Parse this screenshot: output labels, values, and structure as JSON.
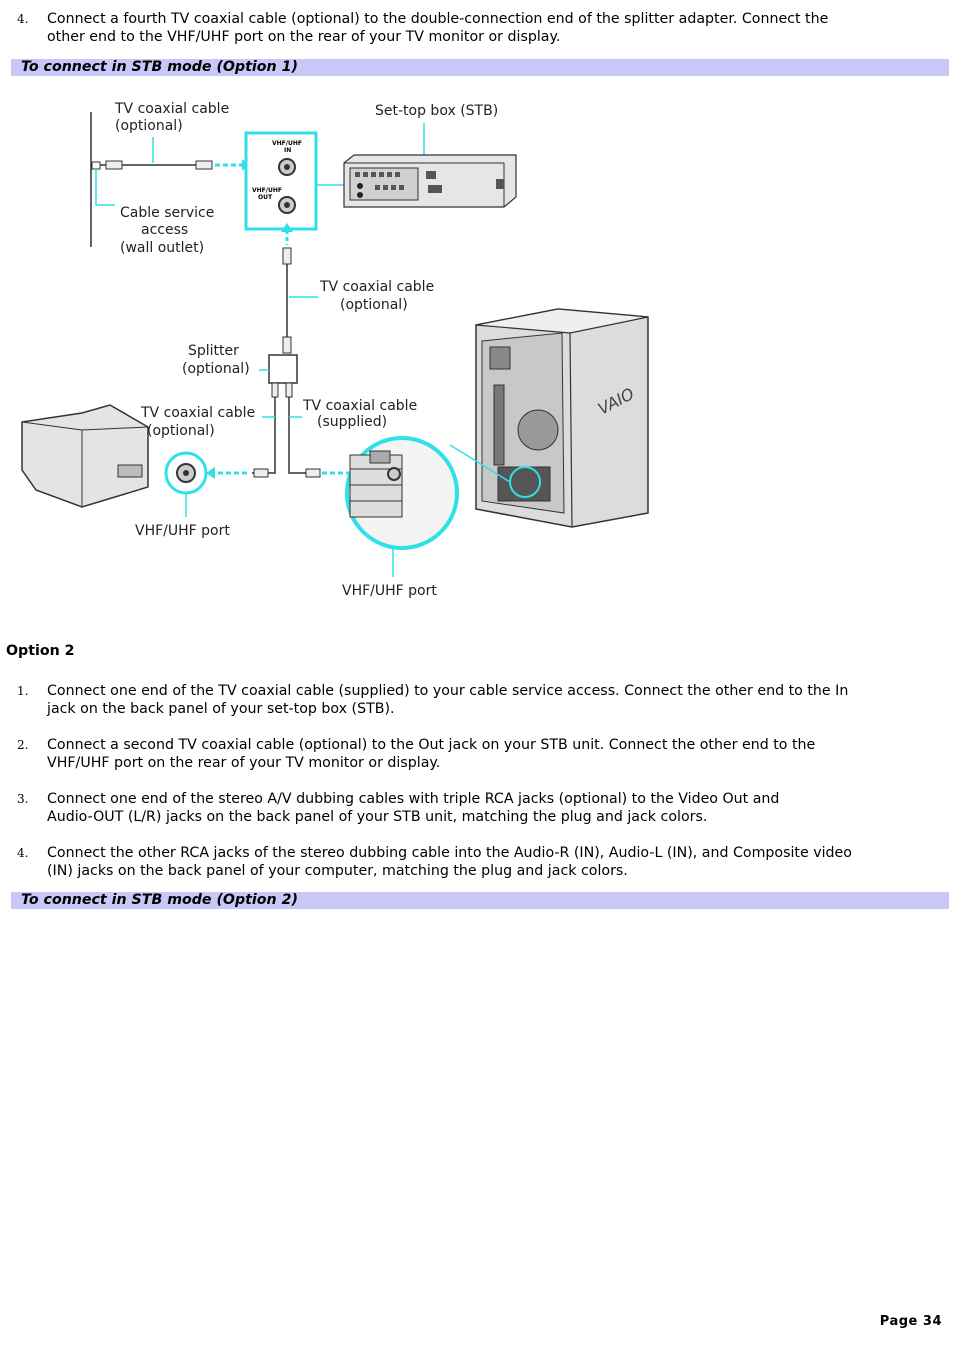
{
  "step_top": {
    "number": "4.",
    "line1": "Connect a fourth TV coaxial cable (optional) to the double-connection end of the splitter adapter. Connect the",
    "line2": "other end to the VHF/UHF port on the rear of your TV monitor or display."
  },
  "section1": {
    "title": "To connect in STB mode (Option 1)"
  },
  "diagram": {
    "labels": {
      "tv_cable_top_1": "TV coaxial cable",
      "tv_cable_top_2": "(optional)",
      "stb": "Set-top box (STB)",
      "cable_service_1": "Cable service",
      "cable_service_2": "access",
      "cable_service_3": "(wall outlet)",
      "vhf_in_1": "VHF/UHF",
      "vhf_in_2": "IN",
      "vhf_out_1": "VHF/UHF",
      "vhf_out_2": "OUT",
      "tv_cable_mid_1": "TV coaxial cable",
      "tv_cable_mid_2": "(optional)",
      "splitter_1": "Splitter",
      "splitter_2": "(optional)",
      "tv_cable_left_1": "TV coaxial cable",
      "tv_cable_left_2": "(optional)",
      "tv_cable_supplied_1": "TV coaxial cable",
      "tv_cable_supplied_2": "(supplied)",
      "vhf_port_tv": "VHF/UHF port",
      "vhf_port_pc": "VHF/UHF port",
      "vaio": "VAIO"
    }
  },
  "option2": {
    "heading": "Option 2",
    "steps": [
      {
        "number": "1.",
        "line1": "Connect one end of the TV coaxial cable (supplied) to your cable service access. Connect the other end to the In",
        "line2": "jack on the back panel of your set-top box (STB)."
      },
      {
        "number": "2.",
        "line1": "Connect a second TV coaxial cable (optional) to the Out jack on your STB unit. Connect the other end to the",
        "line2": "VHF/UHF port on the rear of your TV monitor or display."
      },
      {
        "number": "3.",
        "line1": "Connect one end of the stereo A/V dubbing cables with triple RCA jacks (optional) to the Video Out and",
        "line2": "Audio-OUT (L/R) jacks on the back panel of your STB unit, matching the plug and jack colors."
      },
      {
        "number": "4.",
        "line1": "Connect the other RCA jacks of the stereo dubbing cable into the Audio-R (IN), Audio-L (IN), and Composite video",
        "line2": "(IN) jacks on the back panel of your computer, matching the plug and jack colors."
      }
    ]
  },
  "section2": {
    "title": "To connect in STB mode (Option 2)"
  },
  "footer": {
    "page": "Page 34"
  },
  "colors": {
    "accent_cyan": "#2fe0e8",
    "section_bar": "#c8c8f8"
  }
}
